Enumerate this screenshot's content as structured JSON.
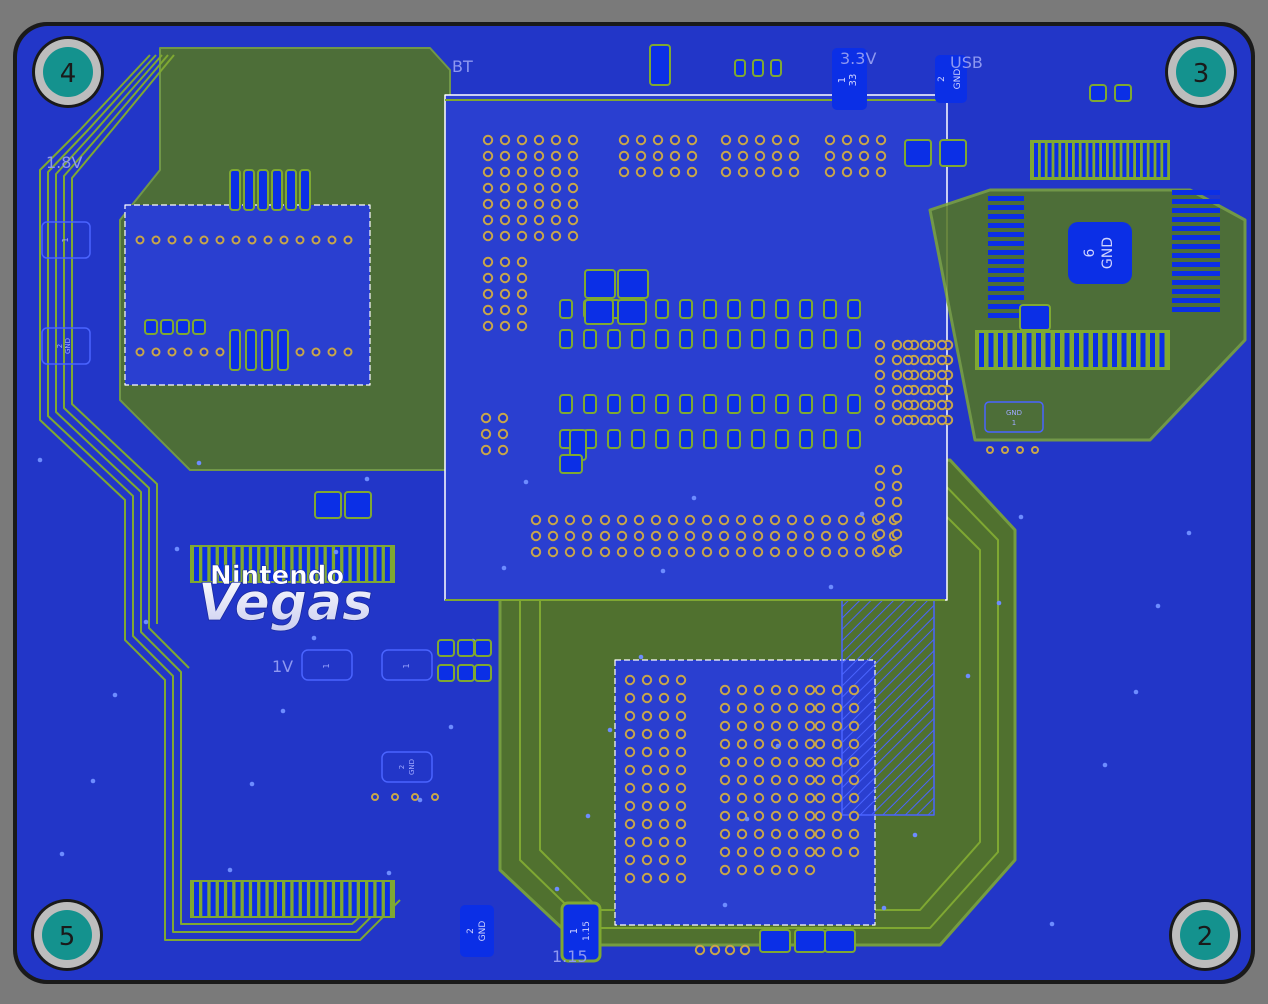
{
  "board": {
    "logo": {
      "brand": "Nintendo",
      "codename": "Vegas"
    },
    "mounting_holes": [
      "4",
      "3",
      "5",
      "2"
    ],
    "silkscreen_labels": [
      "1.8V",
      "BT",
      "3.3V",
      "USB",
      "1V",
      "1.15"
    ],
    "net_labels": {
      "pad_gnd_top": {
        "num": "2",
        "net": "GND"
      },
      "pad_33": {
        "num": "1",
        "net": "33"
      },
      "pad_gnd_big": {
        "num": "6",
        "net": "GND"
      },
      "pad_gnd_bottom": {
        "num": "2",
        "net": "GND"
      },
      "pad_115": {
        "num": "1",
        "net": "1.15"
      },
      "pad_left_a": {
        "num": "1",
        "net": "1"
      },
      "pad_left_b": {
        "num": "2",
        "net": "GND"
      },
      "pad_1v": {
        "num": "1",
        "net": "1"
      },
      "pad_1v_gnd": {
        "num": "2",
        "net": "GND"
      },
      "pad_right_gnd": {
        "num": "1",
        "net": "GND"
      }
    },
    "colors": {
      "outside": "#7a7a7a",
      "board_fill": "#2236c8",
      "board_edge": "#1a1a1a",
      "trace": "#7fa832",
      "trace_dark": "#5f8a2a",
      "pad": "#0b2fe6",
      "via_ring": "#c8a64a",
      "silkscreen": "#ffffff",
      "hole_ring": "#bdbdbd",
      "hole_center": "#14928e"
    }
  }
}
